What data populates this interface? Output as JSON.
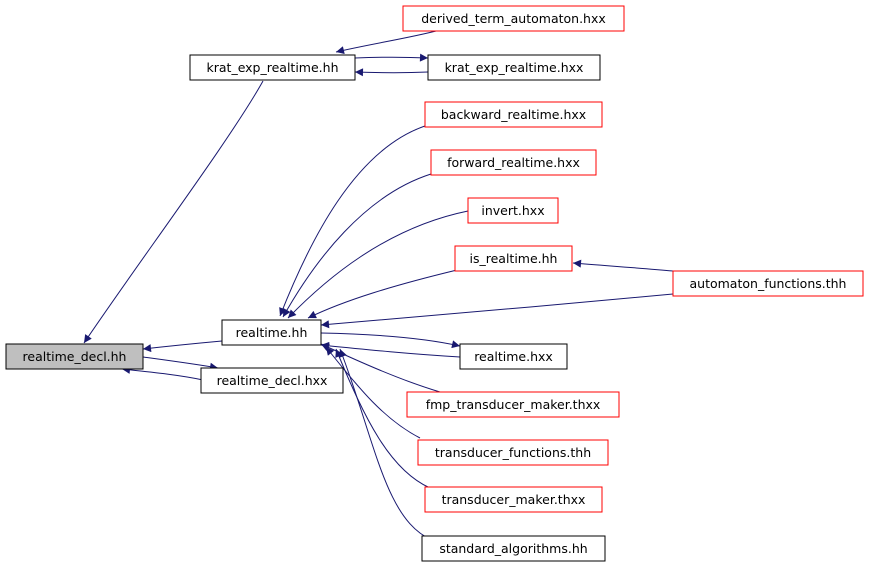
{
  "colors": {
    "edge": "#191970",
    "node_border_default": "#000000",
    "node_border_truncated": "#ff0000",
    "node_fill_default": "#ffffff",
    "node_fill_root": "#bfbfbf"
  },
  "nodes": {
    "realtime_decl_hh": "realtime_decl.hh",
    "realtime_decl_hxx": "realtime_decl.hxx",
    "krat_exp_realtime_hh": "krat_exp_realtime.hh",
    "krat_exp_realtime_hxx": "krat_exp_realtime.hxx",
    "derived_term_automaton_hxx": "derived_term_automaton.hxx",
    "realtime_hh": "realtime.hh",
    "realtime_hxx": "realtime.hxx",
    "backward_realtime_hxx": "backward_realtime.hxx",
    "forward_realtime_hxx": "forward_realtime.hxx",
    "invert_hxx": "invert.hxx",
    "is_realtime_hh": "is_realtime.hh",
    "automaton_functions_thh": "automaton_functions.thh",
    "fmp_transducer_maker_thxx": "fmp_transducer_maker.thxx",
    "transducer_functions_thh": "transducer_functions.thh",
    "transducer_maker_thxx": "transducer_maker.thxx",
    "standard_algorithms_hh": "standard_algorithms.hh"
  }
}
